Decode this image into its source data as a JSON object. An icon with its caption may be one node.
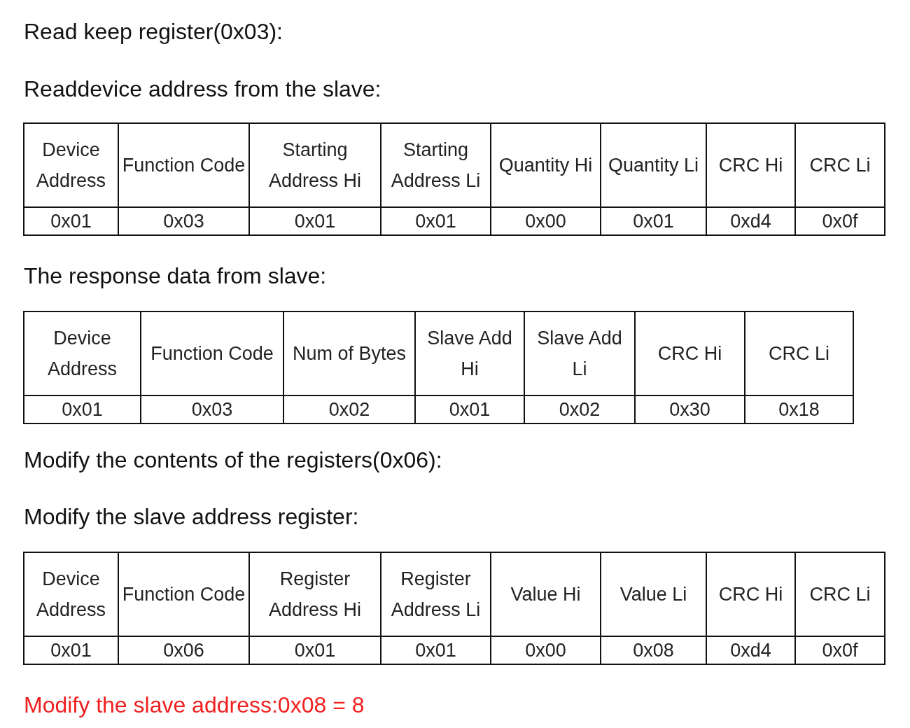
{
  "diagram": {
    "labels": [
      "Read keep register(0x03):",
      "Readdevice address from the slave:",
      "Device Address",
      "Function Code",
      "Starting Address Hi",
      "Starting Address Li",
      "Quantity Hi",
      "Quantity Li",
      "CRC Hi",
      "CRC Li",
      "0x01",
      "0x03",
      "0x01",
      "0x01",
      "0x00",
      "0x01",
      "0xd4",
      "0x0f",
      "The response data from slave:",
      "Device Address",
      "Function Code",
      "Num of Bytes",
      "Slave Add Hi",
      "Slave Add Li",
      "CRC Hi",
      "CRC Li",
      "0x01",
      "0x03",
      "0x02",
      "0x01",
      "0x02",
      "0x30",
      "0x18",
      "Modify the contents of the registers(0x06):",
      "Modify the slave address register:",
      "Device Address",
      "Function Code",
      "Register Address Hi",
      "Register Address Li",
      "Value Hi",
      "Value Li",
      "CRC Hi",
      "CRC Li",
      "0x01",
      "0x06",
      "0x01",
      "0x01",
      "0x00",
      "0x08",
      "0xd4",
      "0x0f",
      "Modify the slave address:0x08 = 8"
    ]
  }
}
